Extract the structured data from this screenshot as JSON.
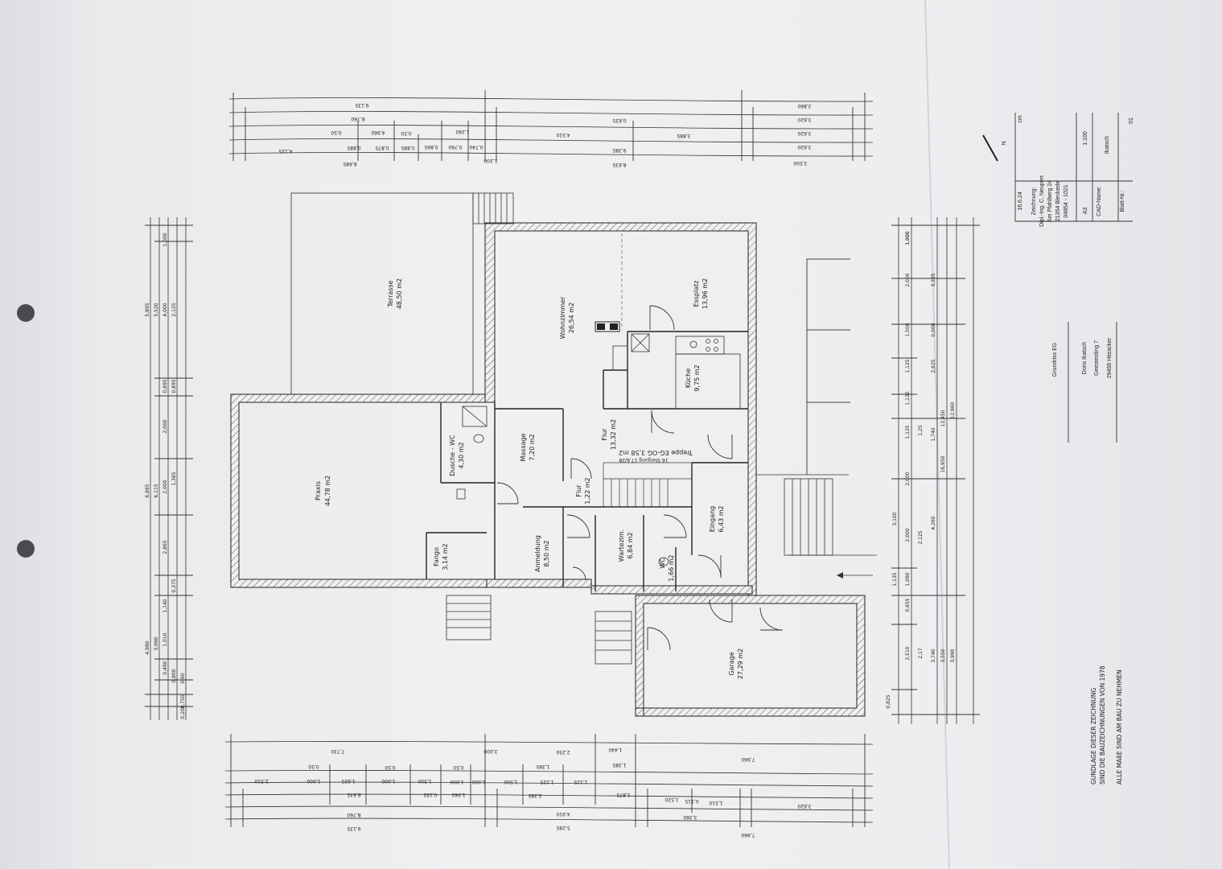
{
  "drawing": {
    "rooms": [
      {
        "key": "terrasse",
        "name": "Terrasse",
        "area": "48,50 m2"
      },
      {
        "key": "wohnzimmer",
        "name": "Wohnzimmer",
        "area": "26,54 m2"
      },
      {
        "key": "essplatz",
        "name": "Essplatz",
        "area": "13,96 m2"
      },
      {
        "key": "kueche",
        "name": "Küche",
        "area": "9,75 m2"
      },
      {
        "key": "praxis",
        "name": "Praxis",
        "area": "44,78 m2"
      },
      {
        "key": "dusche",
        "name": "Dusche - WC",
        "area": "4,30 m2"
      },
      {
        "key": "massage",
        "name": "Massage",
        "area": "7,20 m2"
      },
      {
        "key": "flur",
        "name": "Flur",
        "area": "13,32 m2"
      },
      {
        "key": "flur2",
        "name": "Flur",
        "area": "1,22 m2"
      },
      {
        "key": "eingang",
        "name": "Eingang",
        "area": "6,43 m2"
      },
      {
        "key": "fango",
        "name": "Fango",
        "area": "3,14 m2"
      },
      {
        "key": "anmeldung",
        "name": "Anmeldung",
        "area": "8,50 m2"
      },
      {
        "key": "wartezim",
        "name": "Wartezim.",
        "area": "6,84 m2"
      },
      {
        "key": "wc",
        "name": "WC",
        "area": "1,66 m2"
      },
      {
        "key": "garage",
        "name": "Garage",
        "area": "27,29 m2"
      }
    ],
    "treppe": "Treppe EG-OG 3,58 m2",
    "steigung": "16 Steigung 17,6/28",
    "top_dims": {
      "row1": [
        "9,135",
        "3,860"
      ],
      "row2": [
        "8,760",
        "0,635",
        "3,620"
      ],
      "row3": [
        "0,50",
        "4,960",
        "0,50",
        "1,260",
        "4,510",
        "3,885",
        "3,620"
      ],
      "row4": [
        "4,125",
        "0,885",
        "0,875",
        "0,885",
        "0,865",
        "0,760",
        "0,740",
        "9,385",
        "3,620"
      ],
      "row5": [
        "8,685",
        "1,200",
        "8,635",
        "3,500"
      ]
    },
    "bottom_dims": {
      "row1": [
        "7,730",
        "3,000",
        "2,250",
        "1,440",
        "7,960"
      ],
      "row2": [
        "0,50",
        "0,50",
        "0,50",
        "1,385",
        "1,385"
      ],
      "row3": [
        "2,510",
        "1,000",
        "1,625",
        "1,000",
        "1,500",
        "1,000",
        "1,000",
        "1,500",
        "1,125",
        "1,125"
      ],
      "row4": [
        "6,645",
        "3,385",
        "1,960",
        "0,155",
        "1,875",
        "1,520",
        "0,115",
        "3,360"
      ],
      "row5": [
        "8,760",
        "4,910",
        "1,510",
        "3,620"
      ],
      "row6": [
        "9,135",
        "5,285",
        "7,960"
      ]
    },
    "left_dims": {
      "row1": [
        "4,980",
        "6,865",
        "5,895"
      ],
      "row2": [
        "3,990",
        "6,115",
        "5,520"
      ],
      "row3": [
        "0,490",
        "1,010",
        "1,140",
        "2,865",
        "2,000",
        "2,000",
        "0,895",
        "4,000",
        "1,000"
      ],
      "row4": [
        "0,800",
        "0,375",
        "1,385",
        "0,895",
        "2,125"
      ],
      "row5": [
        "0,750",
        "0,60",
        "0,200"
      ]
    },
    "right_dims": {
      "row1": [
        "0,825",
        "2,510",
        "0,655",
        "1,135",
        "3,100",
        "1,000"
      ],
      "row2": [
        "1,090",
        "2,000",
        "2,000",
        "1,125",
        "1,120",
        "1,125",
        "1,500",
        "2,000",
        "1,000"
      ],
      "row3": [
        "2,17",
        "2,125",
        "4,260",
        "1,740",
        "1,25",
        "2,625",
        "0,000",
        "3,385"
      ],
      "row4": [
        "3,740",
        "3,550",
        "3,990",
        "16,950",
        "12,450",
        "12,960"
      ]
    },
    "note_lines": [
      "GUNDLAGE DIESER ZEICHNUNG",
      "SIND DIE BAUZEICHNUNGEN VON 1978",
      "ALLE MAßE SIND AM BAU ZU NEHMEN"
    ]
  },
  "title_block": {
    "date": "16.6.24",
    "unit": "cm",
    "north": "N",
    "zeichnung_label": "Zeichnung:",
    "zeichnung_lines": [
      "Dipl.-Ing. C. Neupert",
      "Am Pfahlberg 24",
      "21354 Bleckede",
      "04854 - 1021"
    ],
    "format": "A3",
    "scale": "1:100",
    "cad_label": "CAD-Name:",
    "cad_value": "Ikatsch",
    "blatt_label": "Blatt-Nr.:",
    "blatt_value": "01",
    "plan_title": "Grundriss EG",
    "owner_lines": [
      "Doris Ikatsch",
      "Geesterding 7",
      "29456 Hitzacker"
    ]
  }
}
